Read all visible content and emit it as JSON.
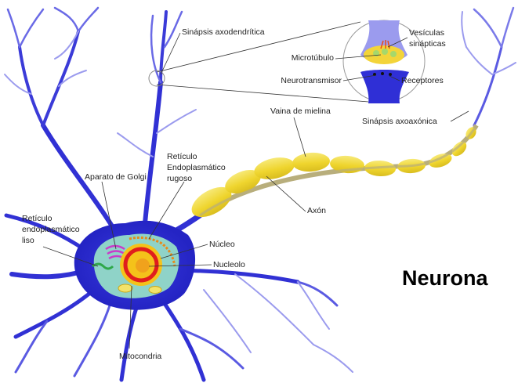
{
  "title": "Neurona",
  "labels": {
    "sinapsis_axodendritica": "Sinápsis axodendrítica",
    "vesiculas_1": "Vesículas",
    "vesiculas_2": "sinápticas",
    "microtubulo": "Microtúbulo",
    "neurotransmisor": "Neurotransmisor",
    "receptores": "Receptores",
    "vaina_mielina": "Vaina de mielina",
    "sinapsis_axoaxonica": "Sinápsis axoaxónica",
    "reticulo_rugoso_1": "Retículo",
    "reticulo_rugoso_2": "Endoplasmático",
    "reticulo_rugoso_3": "rugoso",
    "aparato_golgi": "Aparato de Golgi",
    "axon": "Axón",
    "reticulo_liso_1": "Retículo",
    "reticulo_liso_2": "endoplasmático",
    "reticulo_liso_3": "liso",
    "nucleo": "Núcleo",
    "nucleolo": "Nucleolo",
    "mitocondria": "Mitocondria"
  },
  "colors": {
    "neuron_body": "#2f2fd6",
    "dendrite_light": "#9b9bee",
    "myelin": "#f2dc3c",
    "axon_core": "#b8ae7c",
    "nucleus_ring": "#e01d1d",
    "cytoplasm": "#8fd3c8"
  }
}
